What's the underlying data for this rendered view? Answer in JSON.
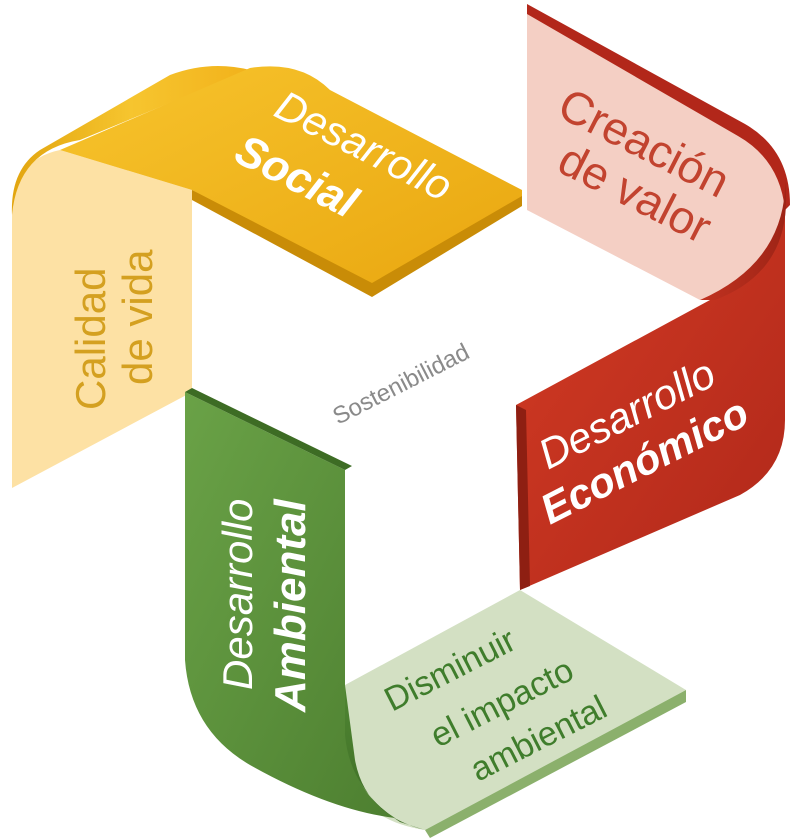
{
  "center": {
    "label": "Sostenibilidad"
  },
  "segments": {
    "social": {
      "line1": "Desarrollo",
      "line2": "Social",
      "front_color": "#f2b21b",
      "back_color": "#fde1a4",
      "back_text_color": "#d4a020",
      "back_line1": "Calidad",
      "back_line2": "de vida"
    },
    "economico": {
      "line1": "Desarrollo",
      "line2": "Económico",
      "front_color": "#c8321f",
      "back_color": "#f4cfc4",
      "back_text_color": "#c2432f",
      "back_line1": "Creación",
      "back_line2": "de valor"
    },
    "ambiental": {
      "line1": "Desarrollo",
      "line2": "Ambiental",
      "front_color": "#5a913a",
      "back_color": "#d3e0c3",
      "back_text_color": "#3f7d2c",
      "back_line1": "Disminuir",
      "back_line2": "el impacto",
      "back_line3": "ambiental"
    }
  }
}
